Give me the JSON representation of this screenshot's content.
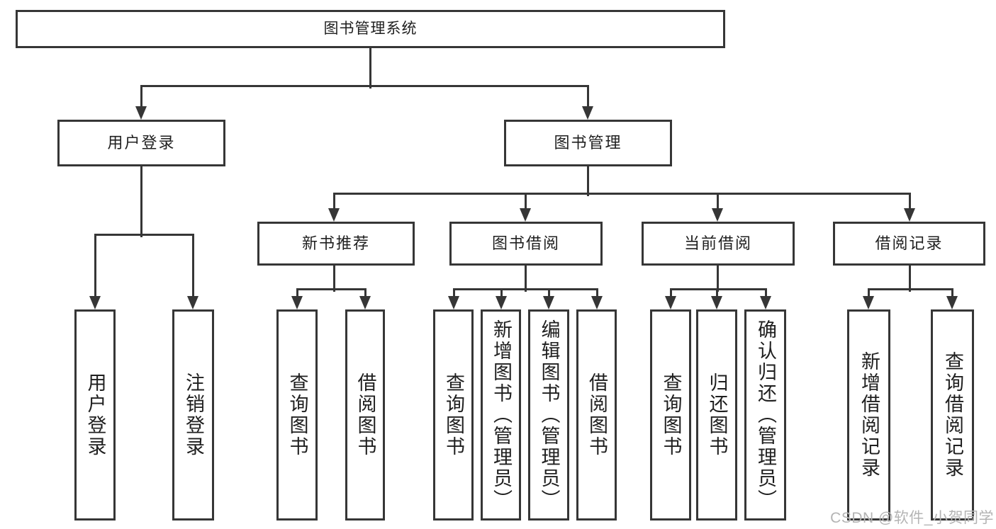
{
  "diagram_title": "图书管理系统",
  "nodes": {
    "root": {
      "label": "图书管理系统"
    },
    "user_login": {
      "label": "用户登录"
    },
    "book_mgmt": {
      "label": "图书管理"
    },
    "new_book_rec": {
      "label": "新书推荐"
    },
    "book_borrow": {
      "label": "图书借阅"
    },
    "current_borrow": {
      "label": "当前借阅"
    },
    "borrow_records": {
      "label": "借阅记录"
    },
    "leaf_user_login": {
      "label": "用户登录"
    },
    "leaf_logout": {
      "label": "注销登录"
    },
    "leaf_nbr_query": {
      "label": "查询图书"
    },
    "leaf_nbr_borrow": {
      "label": "借阅图书"
    },
    "leaf_bb_query": {
      "label": "查询图书"
    },
    "leaf_bb_add": {
      "label": "新增图书（管理员）"
    },
    "leaf_bb_edit": {
      "label": "编辑图书（管理员）"
    },
    "leaf_bb_borrow": {
      "label": "借阅图书"
    },
    "leaf_cb_query": {
      "label": "查询图书"
    },
    "leaf_cb_return": {
      "label": "归还图书"
    },
    "leaf_cb_confirm": {
      "label": "确认归还（管理员）"
    },
    "leaf_br_add": {
      "label": "新增借阅记录"
    },
    "leaf_br_query": {
      "label": "查询借阅记录"
    }
  },
  "edges": [
    {
      "from": "图书管理系统",
      "to": "用户登录"
    },
    {
      "from": "图书管理系统",
      "to": "图书管理"
    },
    {
      "from": "用户登录",
      "to": "用户登录"
    },
    {
      "from": "用户登录",
      "to": "注销登录"
    },
    {
      "from": "图书管理",
      "to": "新书推荐"
    },
    {
      "from": "图书管理",
      "to": "图书借阅"
    },
    {
      "from": "图书管理",
      "to": "当前借阅"
    },
    {
      "from": "图书管理",
      "to": "借阅记录"
    },
    {
      "from": "新书推荐",
      "to": "查询图书"
    },
    {
      "from": "新书推荐",
      "to": "借阅图书"
    },
    {
      "from": "图书借阅",
      "to": "查询图书"
    },
    {
      "from": "图书借阅",
      "to": "新增图书（管理员）"
    },
    {
      "from": "图书借阅",
      "to": "编辑图书（管理员）"
    },
    {
      "from": "图书借阅",
      "to": "借阅图书"
    },
    {
      "from": "当前借阅",
      "to": "查询图书"
    },
    {
      "from": "当前借阅",
      "to": "归还图书"
    },
    {
      "from": "当前借阅",
      "to": "确认归还（管理员）"
    },
    {
      "from": "借阅记录",
      "to": "新增借阅记录"
    },
    {
      "from": "借阅记录",
      "to": "查询借阅记录"
    }
  ],
  "watermark": {
    "text": "CSDN @软件_小贺同学"
  },
  "colors": {
    "line": "#363636",
    "text": "#1f1f1f",
    "watermark": "#b4b4b4",
    "background": "#ffffff"
  }
}
